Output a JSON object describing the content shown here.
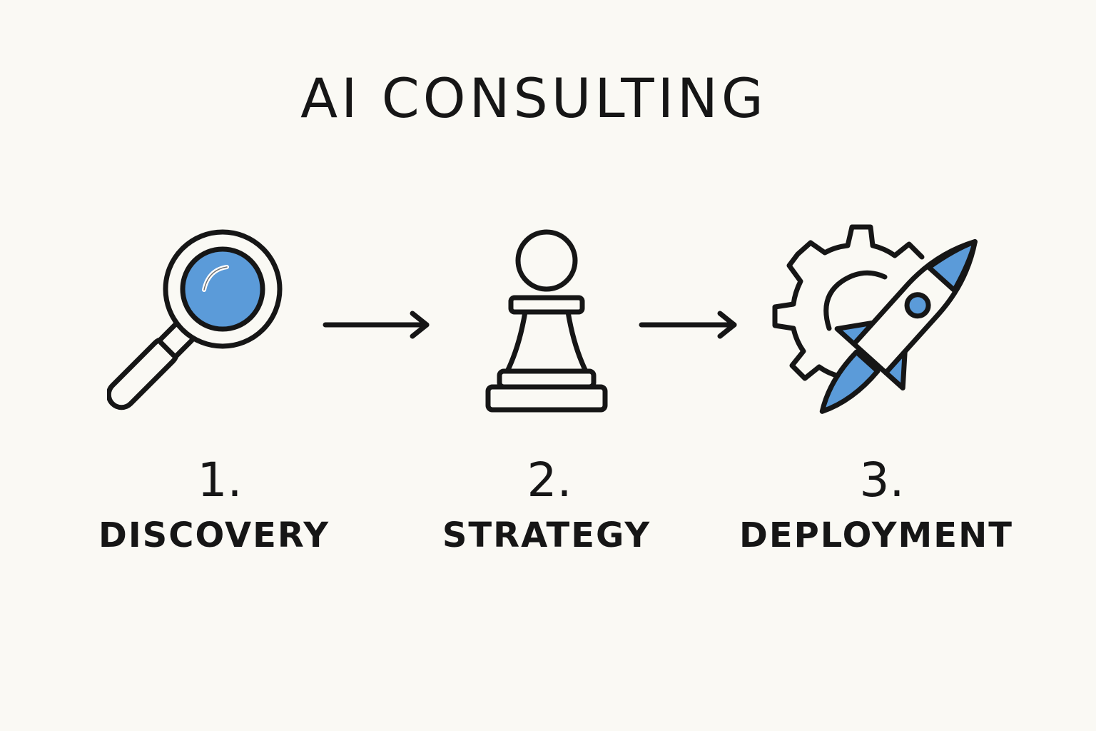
{
  "title": "AI CONSULTING",
  "colors": {
    "accent": "#5b9bd9",
    "ink": "#161616",
    "background": "#faf9f4"
  },
  "steps": [
    {
      "number": "1.",
      "label": "DISCOVERY",
      "icon": "magnifying-glass-icon"
    },
    {
      "number": "2.",
      "label": "STRATEGY",
      "icon": "chess-pawn-icon"
    },
    {
      "number": "3.",
      "label": "DEPLOYMENT",
      "icon": "gear-rocket-icon"
    }
  ]
}
